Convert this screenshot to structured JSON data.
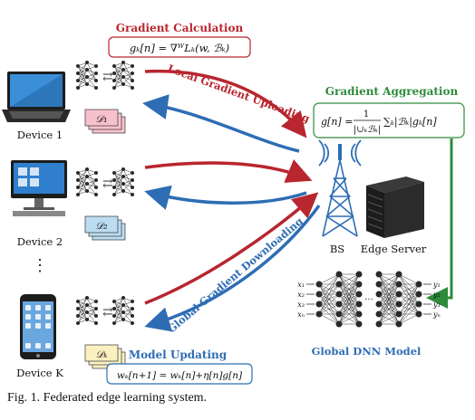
{
  "top": {
    "title": "Gradient Calculation",
    "formula": "gₖ[n] = ∇ᵂLₖ(w, ℬₖ)"
  },
  "right": {
    "title": "Gradient Aggregation",
    "formula_lhs": "g[n] =",
    "formula_num": "1",
    "formula_den": "|∪ₖℬₖ|",
    "formula_rest": "∑ₖ|ℬₖ|gₖ[n]"
  },
  "bottom": {
    "title": "Model Updating",
    "formula": "wₖ[n+1] = wₖ[n]+η[n]g[n]"
  },
  "devices": [
    {
      "label": "Device 1",
      "dataset": "𝒟₁"
    },
    {
      "label": "Device 2",
      "dataset": "𝒟₂"
    },
    {
      "label": "Device K",
      "dataset": "𝒟ₖ"
    }
  ],
  "ellipsis": "⋮",
  "arrows": {
    "upload": "Local Gradient Uploading",
    "download": "Global Gradient Downloading"
  },
  "bs_label": "BS",
  "server_label": "Edge Server",
  "global_model": {
    "title": "Global DNN Model",
    "inputs": [
      "x₁",
      "x₂",
      "x₃",
      "xₙ"
    ],
    "outputs": [
      "y₁",
      "y₂",
      "y₃",
      "yₙ"
    ]
  },
  "caption": "Fig. 1.  Federated edge learning system.",
  "colors": {
    "red": "#b8262f",
    "blue": "#2e6db4",
    "green": "#2e8b3a",
    "formula_border_red": "#b8262f",
    "pink": "#f7c1cc",
    "light_blue": "#bcdcf2",
    "light_yellow": "#fbf0c0"
  }
}
